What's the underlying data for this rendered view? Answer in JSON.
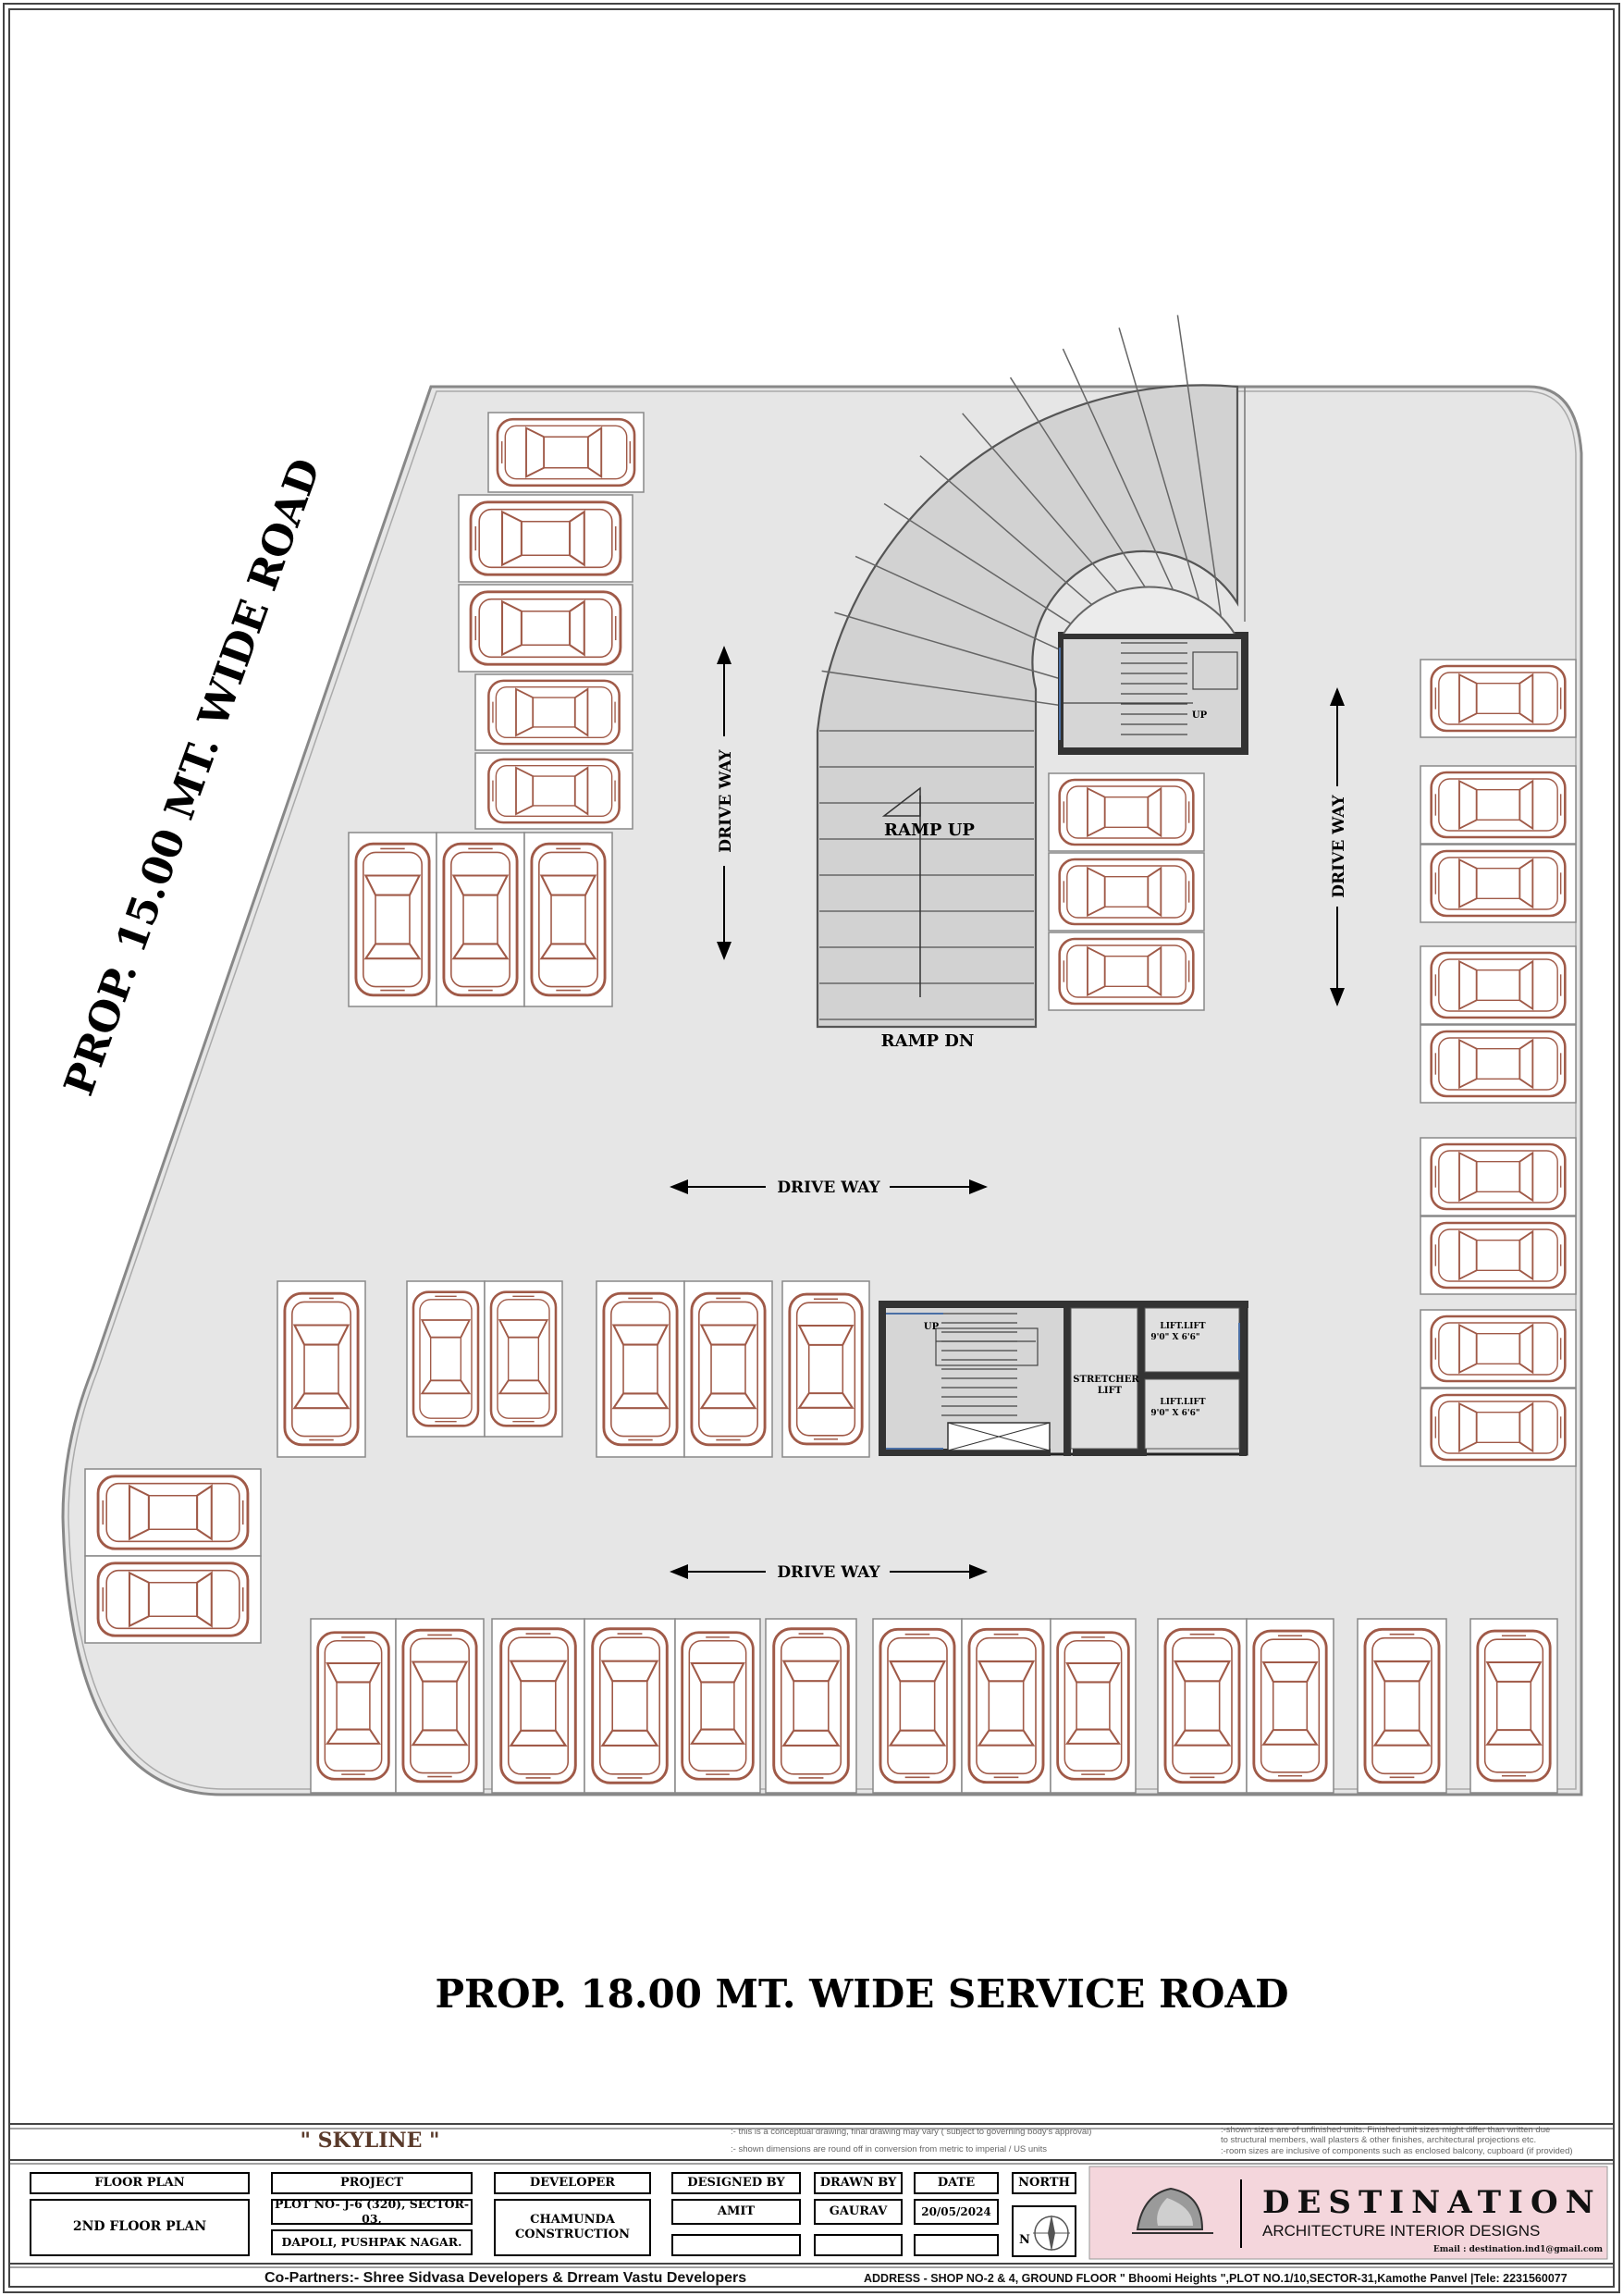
{
  "roads": {
    "left": "PROP. 15.00 MT. WIDE ROAD",
    "bottom": "PROP. 18.00 MT. WIDE SERVICE ROAD"
  },
  "plan_labels": {
    "drive_way": "DRIVE WAY",
    "ramp_up": "RAMP UP",
    "ramp_dn": "RAMP DN",
    "up": "UP",
    "stretcher_lift": [
      "STRETCHER",
      "LIFT"
    ],
    "lift": "LIFT.LIFT",
    "lift_size": "9'0\" X 6'6\""
  },
  "title_block": {
    "project_name": "\" SKYLINE \"",
    "notes_left": [
      ":- this is a conceptual drawing, final drawing may vary ( subject to governing body's approval)",
      ":- shown dimensions are round off in conversion from metric to imperial / US units"
    ],
    "notes_right": [
      ":-shown sizes are of unfinished units. Finished unit sizes might differ than written due",
      "  to structural members, wall plasters & other finishes, architectural projections etc.",
      ":-room sizes are inclusive of components such as enclosed balcony, cupboard (if provided)"
    ],
    "headers": {
      "floor_plan": "FLOOR PLAN",
      "project": "PROJECT",
      "developer": "DEVELOPER",
      "designed_by": "DESIGNED BY",
      "drawn_by": "DRAWN BY",
      "date": "DATE",
      "north": "NORTH"
    },
    "values": {
      "floor_plan": "2ND FLOOR PLAN",
      "project_line1": "PLOT NO- J-6 (320), SECTOR-03,",
      "project_line2": "DAPOLI, PUSHPAK NAGAR.",
      "developer": "CHAMUNDA CONSTRUCTION",
      "designed_by": "AMIT",
      "drawn_by": "GAURAV",
      "date": "20/05/2024",
      "north_letter": "N"
    },
    "firm": {
      "name": "DESTINATION",
      "tagline": "ARCHITECTURE INTERIOR  DESIGNS",
      "email": "Email : destination.ind1@gmail.com"
    },
    "co_partners": "Co-Partners:- Shree Sidvasa Developers & Drream Vastu Developers",
    "address": "ADDRESS - SHOP NO-2 & 4, GROUND FLOOR \" Bhoomi Heights \",PLOT NO.1/10,SECTOR-31,Kamothe Panvel |Tele: 2231560077"
  },
  "colors": {
    "floor": "#e6e6e6",
    "car": "#a05a48",
    "wall": "#333333",
    "firm_panel": "#f4d6dc",
    "project_name": "#5a3a2a"
  }
}
